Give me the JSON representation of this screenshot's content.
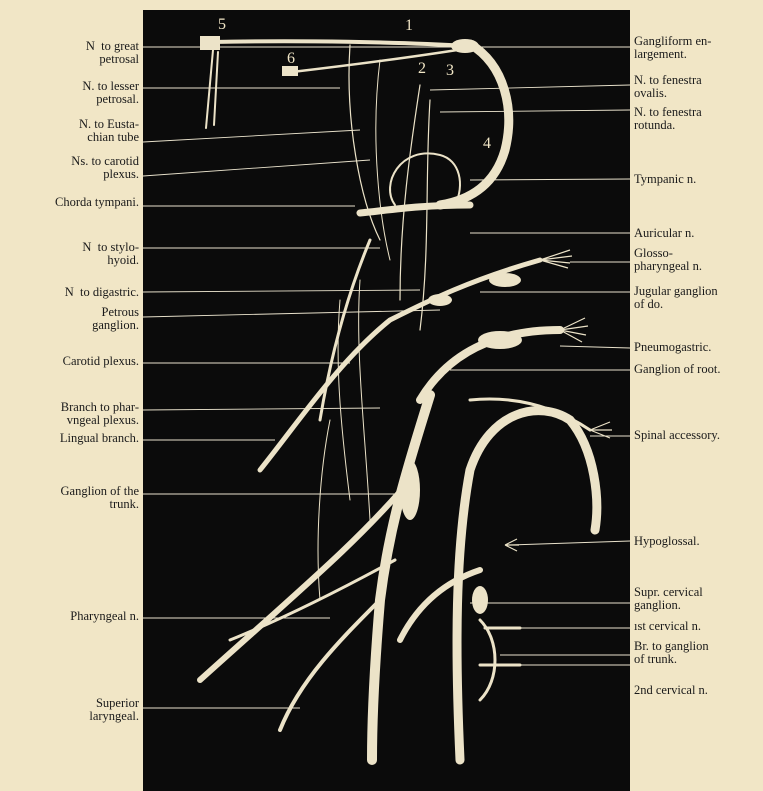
{
  "colors": {
    "paper": "#f1e6c6",
    "plate": "#0b0b0b",
    "nerve": "#ece3c8",
    "leader": "#e9e2cc"
  },
  "figure_numbers": [
    "1",
    "2",
    "3",
    "4",
    "5",
    "6"
  ],
  "left_labels": [
    "N  to great\npetrosal",
    "N. to lesser\npetrosal.",
    "N. to Eusta-\nchian tube",
    "Ns. to carotid\nplexus.",
    "Chorda tympani.",
    "N  to stylo-\nhyoid.",
    "N  to digastric.",
    "Petrous\nganglion.",
    "Carotid plexus.",
    "Branch to phar-\nvngeal plexus.",
    "Lingual branch.",
    "Ganglion of the\ntrunk.",
    "Pharyngeal n.",
    "Superior\nlaryngeal."
  ],
  "right_labels": [
    "Gangliform en-\nlargement.",
    "N. to fenestra\novalis.",
    "N. to fenestra\nrotunda.",
    "Tympanic n.",
    "Auricular n.",
    "Glosso-\npharyngeal n.",
    "Jugular ganglion\nof do.",
    "Pneumogastric.",
    "Ganglion of root.",
    "Spinal accessory.",
    "Hypoglossal.",
    "Supr. cervical\nganglion.",
    "ıst cervical n.",
    "Br. to ganglion\nof trunk.",
    "2nd cervical n."
  ]
}
